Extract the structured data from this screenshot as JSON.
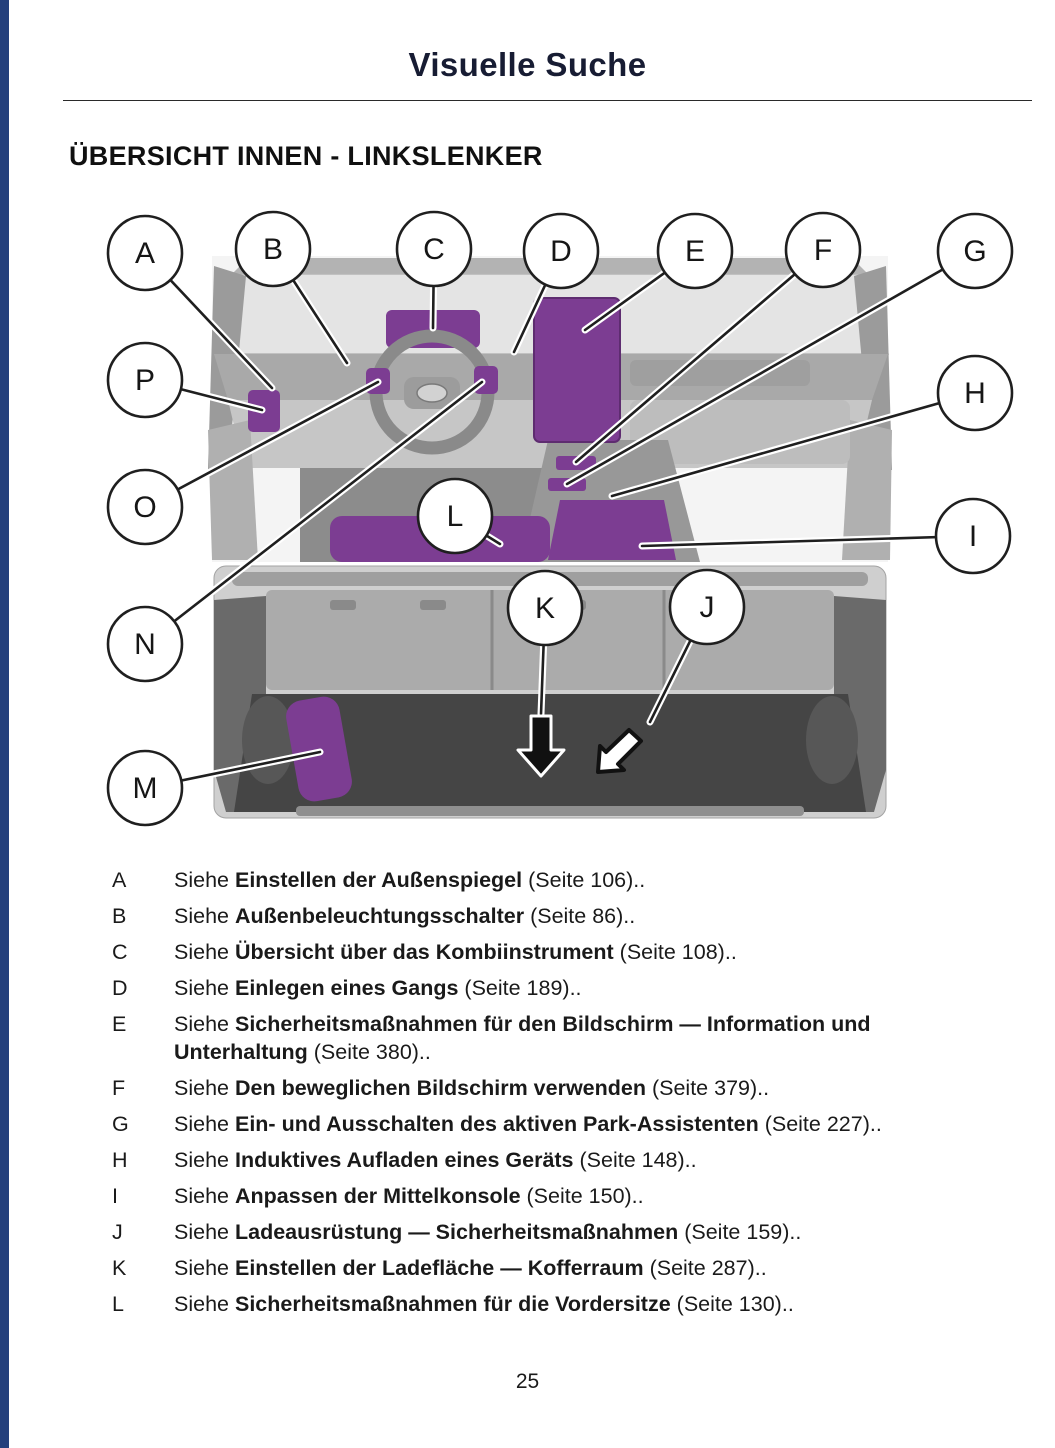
{
  "page": {
    "header_title": "Visuelle Suche",
    "section_title": "ÜBERSICHT INNEN - LINKSLENKER",
    "page_number": "25"
  },
  "diagram": {
    "highlight_color": "#7c3d92",
    "callouts": [
      {
        "label": "A"
      },
      {
        "label": "B"
      },
      {
        "label": "C"
      },
      {
        "label": "D"
      },
      {
        "label": "E"
      },
      {
        "label": "F"
      },
      {
        "label": "G"
      },
      {
        "label": "P"
      },
      {
        "label": "H"
      },
      {
        "label": "O"
      },
      {
        "label": "L"
      },
      {
        "label": "I"
      },
      {
        "label": "N"
      },
      {
        "label": "K"
      },
      {
        "label": "J"
      },
      {
        "label": "M"
      }
    ]
  },
  "references": [
    {
      "label": "A",
      "prefix": "Siehe",
      "title": "Einstellen der Außenspiegel",
      "suffix": "(Seite 106).."
    },
    {
      "label": "B",
      "prefix": "Siehe",
      "title": "Außenbeleuchtungsschalter",
      "suffix": "(Seite 86).."
    },
    {
      "label": "C",
      "prefix": "Siehe",
      "title": "Übersicht über das Kombiinstrument",
      "suffix": "(Seite 108).."
    },
    {
      "label": "D",
      "prefix": "Siehe",
      "title": "Einlegen eines Gangs",
      "suffix": "(Seite 189).."
    },
    {
      "label": "E",
      "prefix": "Siehe",
      "title": "Sicherheitsmaßnahmen für den Bildschirm — Information und Unterhaltung",
      "suffix": "(Seite 380).."
    },
    {
      "label": "F",
      "prefix": "Siehe",
      "title": "Den beweglichen Bildschirm verwenden",
      "suffix": "(Seite 379).."
    },
    {
      "label": "G",
      "prefix": "Siehe",
      "title": "Ein- und Ausschalten des aktiven Park-Assistenten",
      "suffix": "(Seite 227).."
    },
    {
      "label": "H",
      "prefix": "Siehe",
      "title": "Induktives Aufladen eines Geräts",
      "suffix": "(Seite 148).."
    },
    {
      "label": "I",
      "prefix": "Siehe",
      "title": "Anpassen der Mittelkonsole",
      "suffix": "(Seite 150).."
    },
    {
      "label": "J",
      "prefix": "Siehe",
      "title": "Ladeausrüstung — Sicherheitsmaßnahmen",
      "suffix": "(Seite 159).."
    },
    {
      "label": "K",
      "prefix": "Siehe",
      "title": "Einstellen der Ladefläche — Kofferraum",
      "suffix": "(Seite 287).."
    },
    {
      "label": "L",
      "prefix": "Siehe",
      "title": "Sicherheitsmaßnahmen für die Vordersitze",
      "suffix": "(Seite 130).."
    }
  ]
}
